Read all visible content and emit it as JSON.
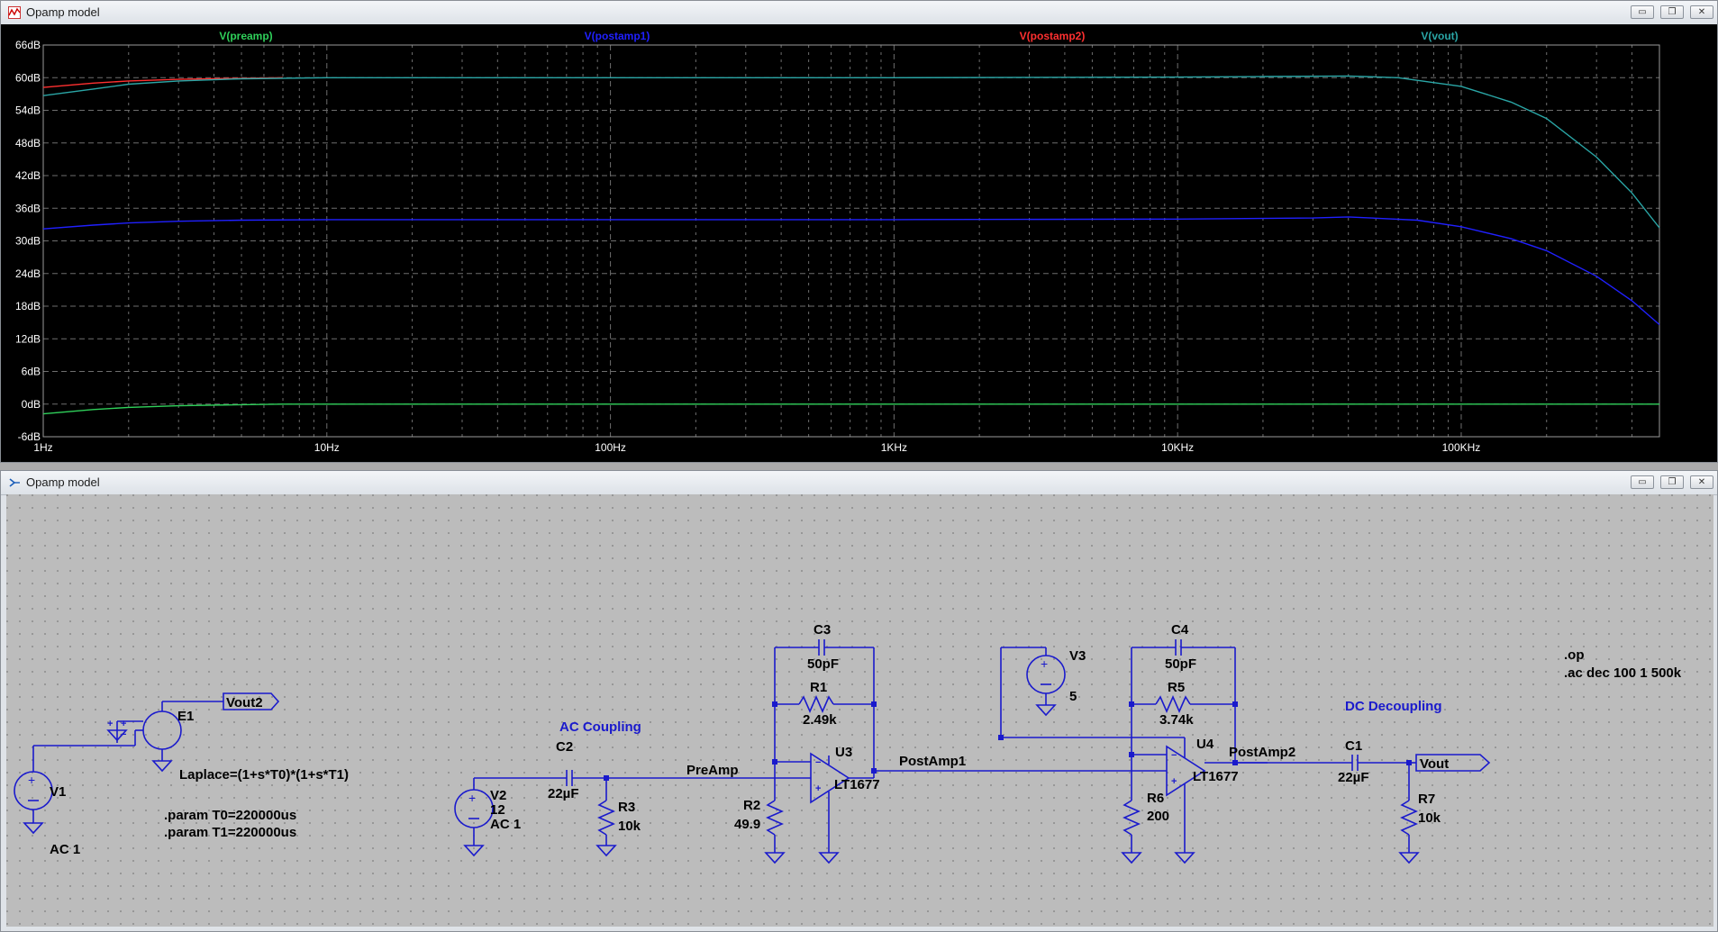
{
  "waveform_window": {
    "title": "Opamp model",
    "icon": "waveform-icon",
    "buttons": {
      "minimize": "▭",
      "restore": "❐",
      "close": "✕"
    }
  },
  "schematic_window": {
    "title": "Opamp model",
    "icon": "schematic-icon",
    "buttons": {
      "minimize": "▭",
      "restore": "❐",
      "close": "✕"
    }
  },
  "colors": {
    "plot_bg": "#000000",
    "grid": "#6e6e6e",
    "preamp": "#2fd05a",
    "postamp1": "#2020ff",
    "postamp2": "#ff3030",
    "vout": "#2aa6a6",
    "wire": "#1a1acc",
    "schematic_bg": "#bcbcbc"
  },
  "chart_data": {
    "type": "line",
    "xscale": "log",
    "xlim": [
      1,
      500000
    ],
    "ylim": [
      -6,
      66
    ],
    "x_ticks": [
      {
        "v": 1,
        "label": "1Hz"
      },
      {
        "v": 10,
        "label": "10Hz"
      },
      {
        "v": 100,
        "label": "100Hz"
      },
      {
        "v": 1000,
        "label": "1KHz"
      },
      {
        "v": 10000,
        "label": "10KHz"
      },
      {
        "v": 100000,
        "label": "100KHz"
      }
    ],
    "y_ticks": [
      {
        "v": 66,
        "label": "66dB"
      },
      {
        "v": 60,
        "label": "60dB"
      },
      {
        "v": 54,
        "label": "54dB"
      },
      {
        "v": 48,
        "label": "48dB"
      },
      {
        "v": 42,
        "label": "42dB"
      },
      {
        "v": 36,
        "label": "36dB"
      },
      {
        "v": 30,
        "label": "30dB"
      },
      {
        "v": 24,
        "label": "24dB"
      },
      {
        "v": 18,
        "label": "18dB"
      },
      {
        "v": 12,
        "label": "12dB"
      },
      {
        "v": 6,
        "label": "6dB"
      },
      {
        "v": 0,
        "label": "0dB"
      },
      {
        "v": -6,
        "label": "-6dB"
      }
    ],
    "grid": true,
    "series": [
      {
        "name": "V(preamp)",
        "color": "#2fd05a",
        "x": [
          1,
          1.5,
          2,
          3,
          5,
          7,
          10,
          100,
          1000,
          10000,
          100000,
          500000
        ],
        "y": [
          -1.8,
          -1.0,
          -0.6,
          -0.3,
          -0.1,
          0,
          0,
          0,
          0,
          0,
          0,
          0
        ]
      },
      {
        "name": "V(postamp1)",
        "color": "#2020ff",
        "x": [
          1,
          1.5,
          2,
          3,
          5,
          10,
          100,
          1000,
          10000,
          30000,
          40000,
          70000,
          100000,
          150000,
          200000,
          300000,
          400000,
          500000
        ],
        "y": [
          32.2,
          32.9,
          33.3,
          33.6,
          33.8,
          33.9,
          33.9,
          33.9,
          34.0,
          34.2,
          34.4,
          33.8,
          32.6,
          30.4,
          28.2,
          23.5,
          19.0,
          14.6
        ]
      },
      {
        "name": "V(postamp2)",
        "color": "#ff3030",
        "x": [
          1,
          1.5,
          2,
          3,
          5,
          7
        ],
        "y": [
          58.2,
          59.0,
          59.4,
          59.7,
          59.9,
          60.0
        ]
      },
      {
        "name": "V(vout)",
        "color": "#2aa6a6",
        "x": [
          1,
          1.5,
          2,
          3,
          5,
          10,
          100,
          1000,
          10000,
          20000,
          40000,
          60000,
          100000,
          150000,
          200000,
          300000,
          400000,
          500000
        ],
        "y": [
          56.7,
          57.9,
          58.8,
          59.4,
          59.8,
          60.0,
          60.0,
          60.0,
          60.1,
          60.2,
          60.3,
          60.0,
          58.4,
          55.5,
          52.5,
          45.4,
          38.8,
          32.4
        ]
      }
    ]
  },
  "schematic": {
    "labels": {
      "V1": "V1",
      "V1_val": "AC 1",
      "E1": "E1",
      "E1_expr": "Laplace=(1+s*T0)*(1+s*T1)",
      "Vout2": "Vout2",
      "param0": ".param T0=220000us",
      "param1": ".param T1=220000us",
      "AC_coupling": "AC Coupling",
      "V2": "V2",
      "V2_dc": "12",
      "V2_ac": "AC 1",
      "C2": "C2",
      "C2_val": "22µF",
      "R3": "R3",
      "R3_val": "10k",
      "PreAmp": "PreAmp",
      "C3": "C3",
      "C3_val": "50pF",
      "R1": "R1",
      "R1_val": "2.49k",
      "U3": "U3",
      "U3_part": "LT1677",
      "R2": "R2",
      "R2_val": "49.9",
      "PostAmp1": "PostAmp1",
      "V3": "V3",
      "V3_val": "5",
      "C4": "C4",
      "C4_val": "50pF",
      "R5": "R5",
      "R5_val": "3.74k",
      "U4": "U4",
      "U4_part": "LT1677",
      "R6": "R6",
      "R6_val": "200",
      "PostAmp2": "PostAmp2",
      "DC_decoupling": "DC Decoupling",
      "C1": "C1",
      "C1_val": "22µF",
      "R7": "R7",
      "R7_val": "10k",
      "Vout": "Vout",
      "dir_op": ".op",
      "dir_ac": ".ac dec 100 1 500k"
    }
  }
}
